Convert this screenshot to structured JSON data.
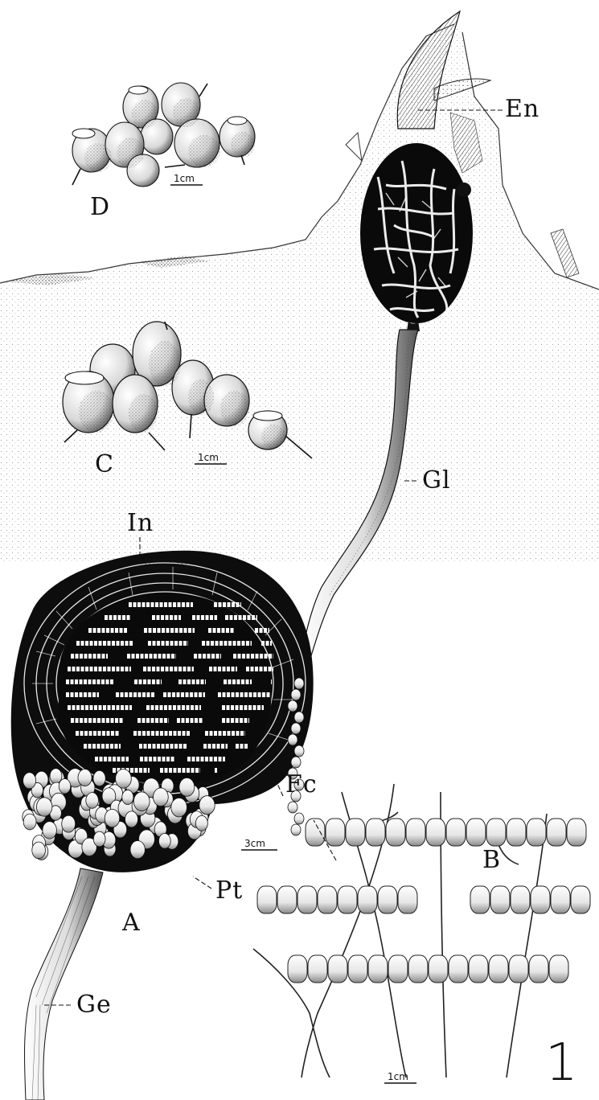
{
  "labels": {
    "en": "En",
    "gl": "Gl",
    "in": "In",
    "fc": "Fc",
    "pt": "Pt",
    "ge": "Ge",
    "a": "A",
    "b": "B",
    "c": "C",
    "d": "D",
    "figure_number": "1"
  },
  "scale_bars": {
    "d": "1cm",
    "c": "1cm",
    "a": "3cm",
    "b": "1cm"
  }
}
